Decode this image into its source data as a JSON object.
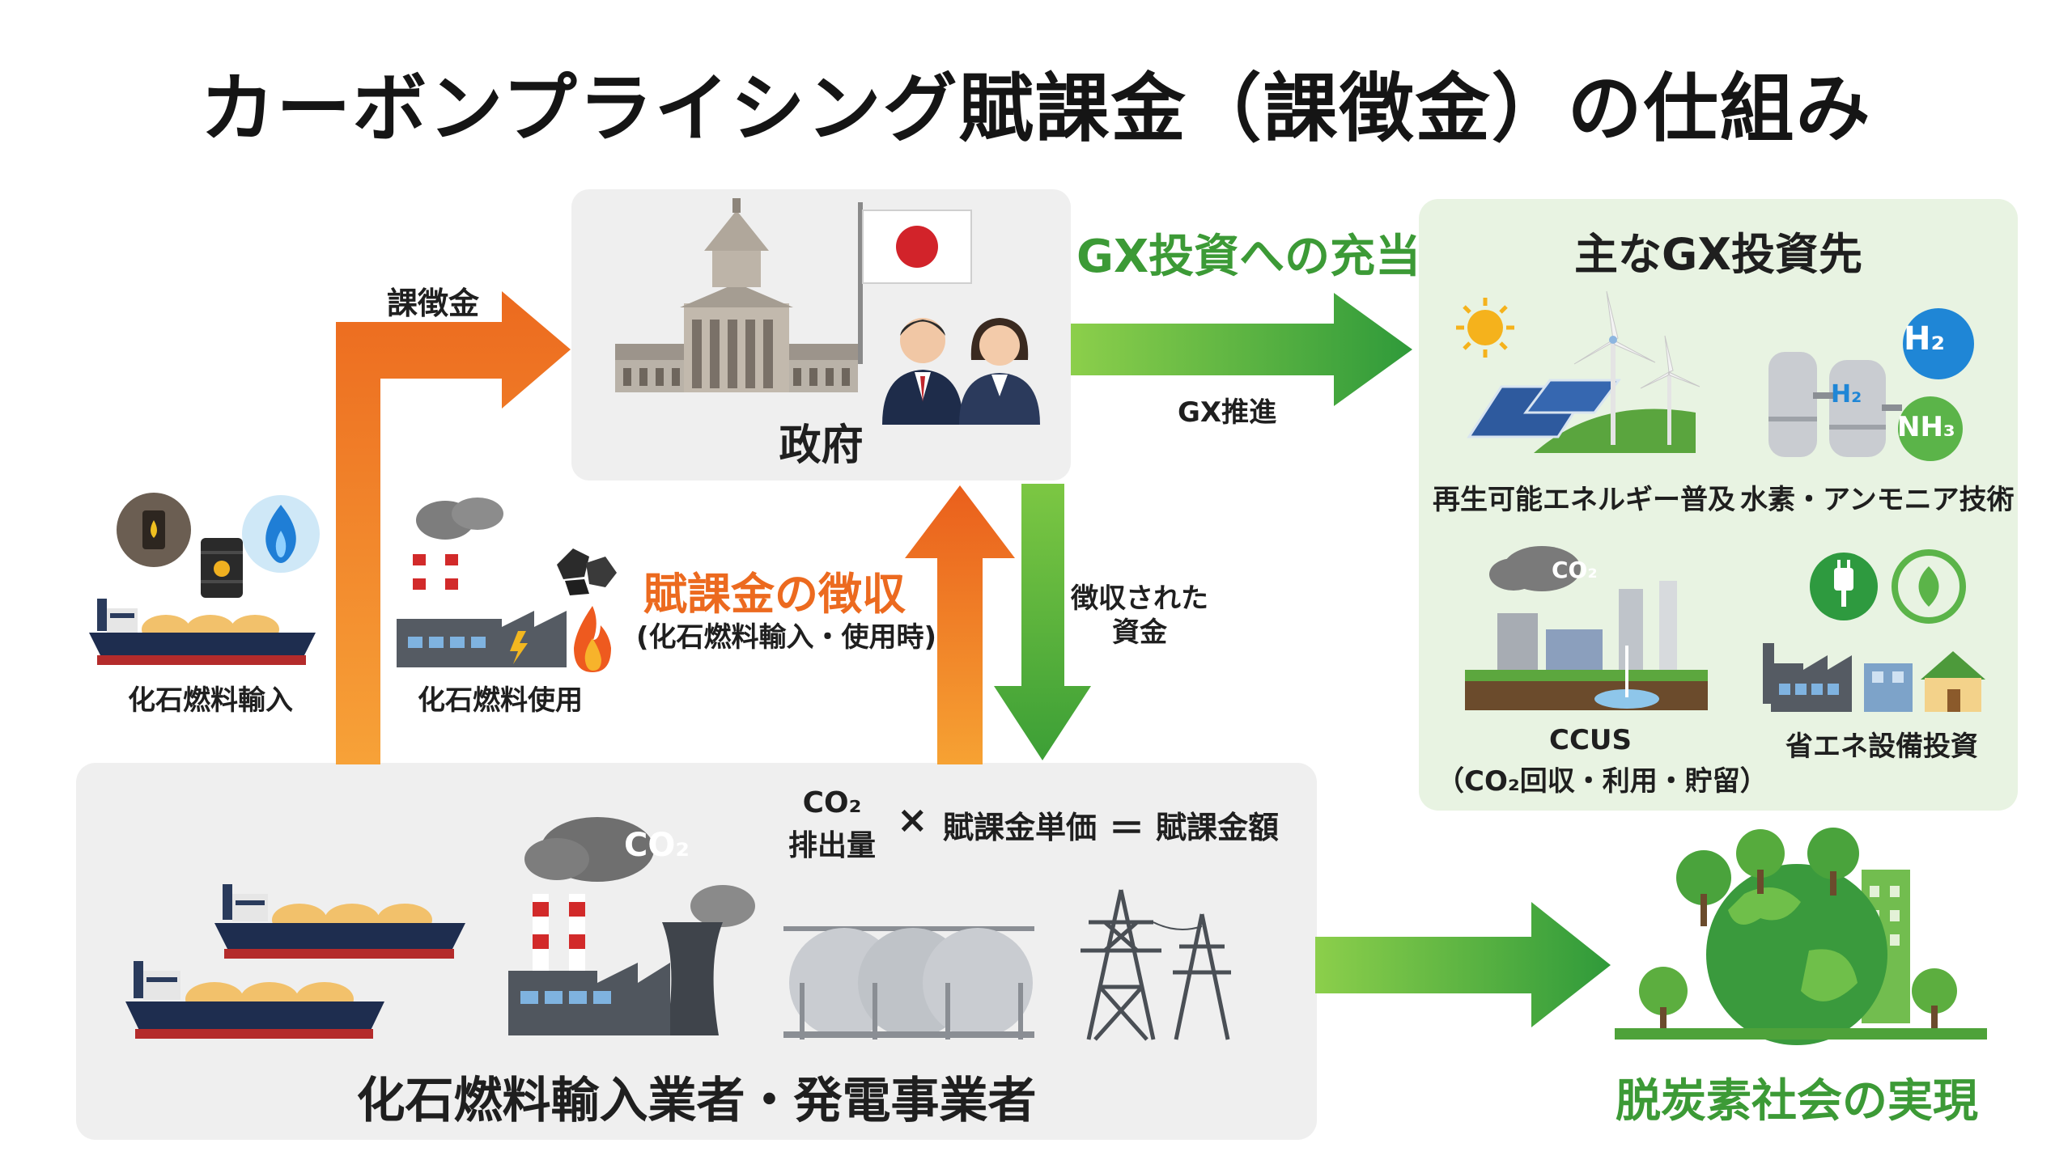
{
  "title": "カーボンプライシング賦課金（課徴金）の仕組み",
  "government": {
    "label": "政府"
  },
  "arrows": {
    "levy": "課徴金",
    "gx_allocation": "GX投資への充当",
    "gx_promotion": "GX推進",
    "collection_title": "賦課金の徴収",
    "collection_sub": "(化石燃料輸入・使用時)",
    "collected_funds_line1": "徴収された",
    "collected_funds_line2": "資金"
  },
  "sources": {
    "import": "化石燃料輸入",
    "use": "化石燃料使用"
  },
  "gx_panel": {
    "title": "主なGX投資先",
    "items": [
      {
        "label": "再生可能エネルギー普及"
      },
      {
        "label": "水素・アンモニア技術"
      },
      {
        "label_line1": "CCUS",
        "label_line2": "（CO₂回収・利用・貯留）"
      },
      {
        "label": "省エネ設備投資"
      }
    ],
    "badges": {
      "h2": "H₂",
      "h2_small": "H₂",
      "nh3": "NH₃",
      "co2": "CO₂"
    }
  },
  "industry": {
    "label": "化石燃料輸入業者・発電事業者",
    "formula": {
      "co2_line1": "CO₂",
      "co2_line2": "排出量",
      "times": "×",
      "unit_price": "賦課金単価",
      "equals": "＝",
      "amount": "賦課金額"
    },
    "co2_cloud": "CO₂"
  },
  "goal": {
    "label": "脱炭素社会の実現"
  },
  "colors": {
    "orange": "#ec6a1f",
    "orange_light": "#f6a233",
    "green": "#2f9a3a",
    "green_light": "#6cbf3f",
    "panel_gray": "#efefef",
    "panel_green": "#e8f3e2"
  },
  "icons": [
    "parliament-icon",
    "japan-flag-icon",
    "officials-icon",
    "oil-barrel-icon",
    "gas-flame-icon",
    "tanker-ship-icon",
    "factory-icon",
    "coal-icon",
    "fire-icon",
    "solar-wind-icon",
    "hydrogen-tank-icon",
    "ccus-plant-icon",
    "eco-factory-icon",
    "lng-tank-icon",
    "power-pylon-icon",
    "green-earth-icon"
  ]
}
